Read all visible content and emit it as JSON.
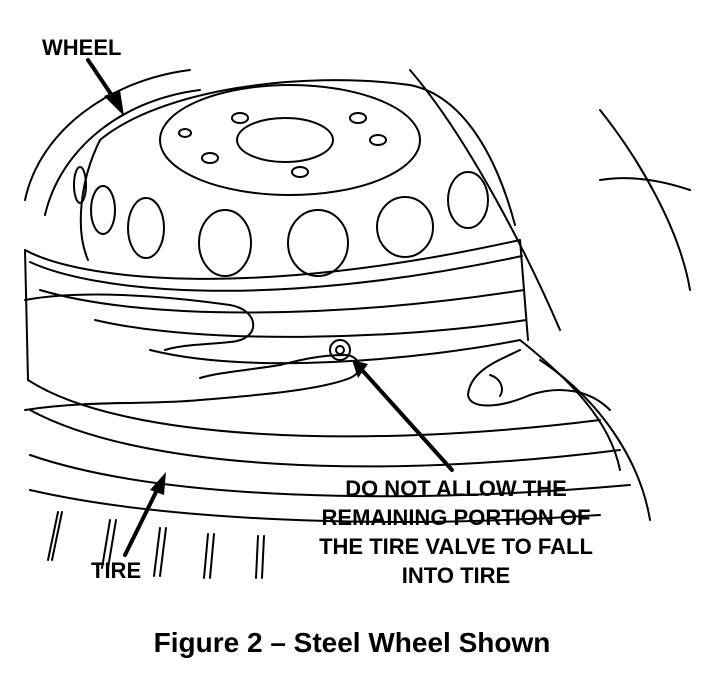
{
  "labels": {
    "wheel": "WHEEL",
    "tire": "TIRE",
    "warning_lines": [
      "DO NOT ALLOW THE",
      "REMAINING PORTION OF",
      "THE TIRE VALVE TO FALL",
      "INTO TIRE"
    ]
  },
  "caption": "Figure 2 – Steel Wheel Shown",
  "colors": {
    "ink": "#000000",
    "paper": "#ffffff"
  }
}
